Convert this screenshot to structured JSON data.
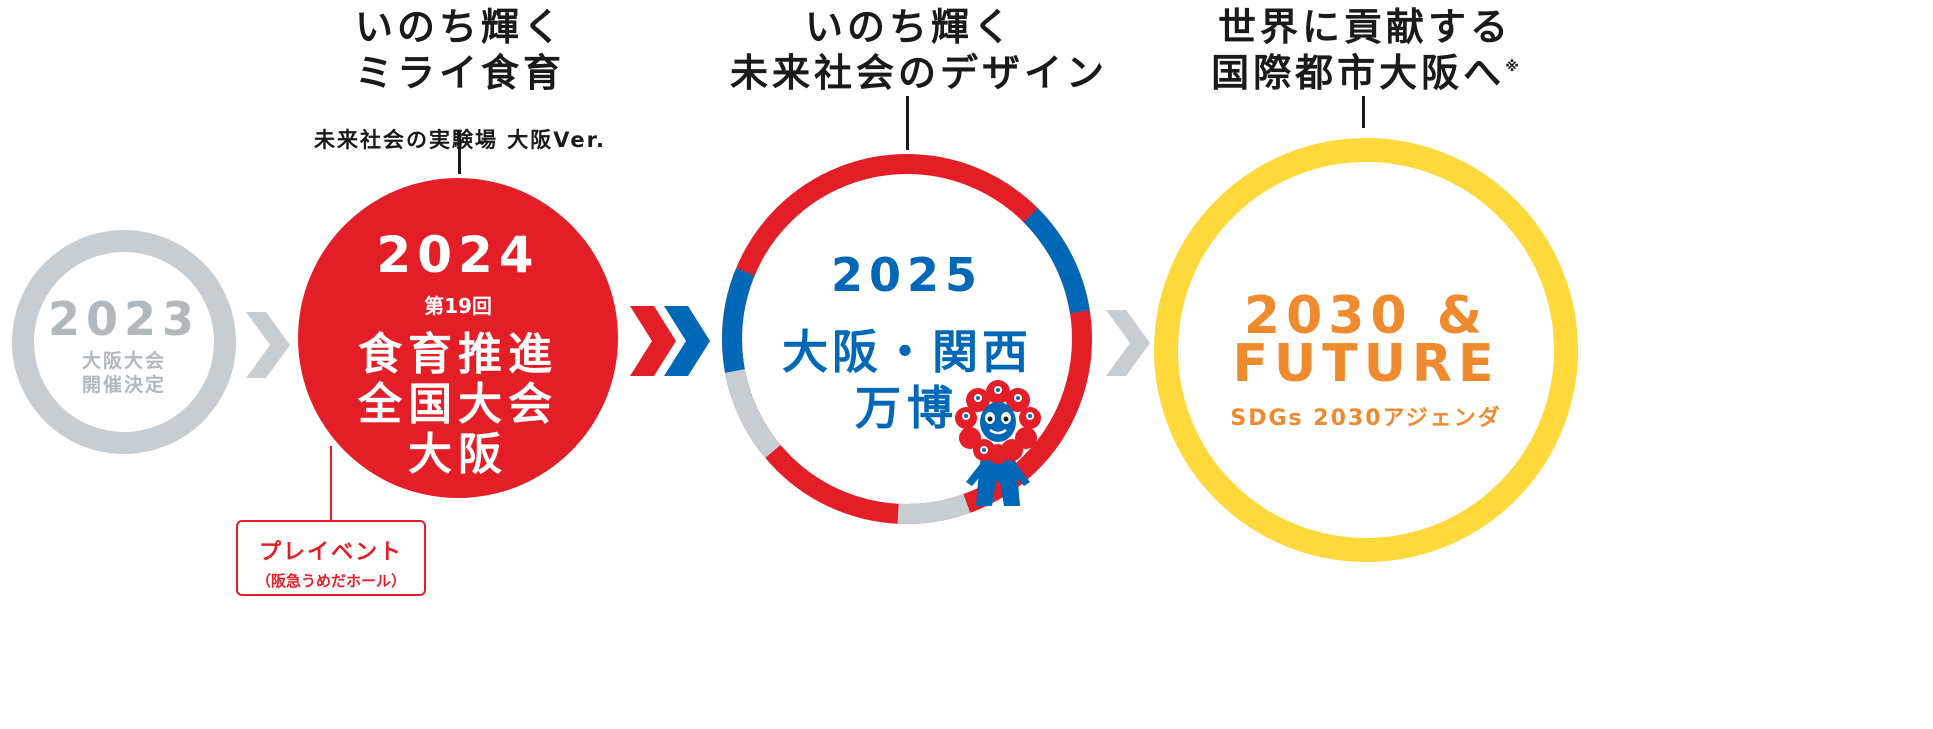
{
  "stage_2023": {
    "year": "2023",
    "caption_line1": "大阪大会",
    "caption_line2": "開催決定"
  },
  "stage_2024": {
    "heading_line1": "いのち輝く",
    "heading_line2": "ミライ食育",
    "subheading": "未来社会の実験場 大阪Ver.",
    "year": "2024",
    "edition": "第19回",
    "title_line1": "食育推進",
    "title_line2": "全国大会",
    "title_line3": "大阪",
    "pre_event_label": "プレイベント",
    "pre_event_venue": "（阪急うめだホール）"
  },
  "stage_2025": {
    "heading_line1": "いのち輝く",
    "heading_line2": "未来社会のデザイン",
    "year": "2025",
    "title_line1": "大阪・関西",
    "title_line2": "万博"
  },
  "stage_2030": {
    "heading_line1": "世界に貢献する",
    "heading_line2": "国際都市大阪へ",
    "heading_note": "※",
    "year_line1": "2030 &",
    "year_line2": "FUTURE",
    "subtitle": "SDGs 2030アジェンダ"
  },
  "colors": {
    "gray": "#c8cdd2",
    "red": "#e41e27",
    "blue": "#0068b7",
    "yellow": "#ffd93b",
    "orange": "#ef8a2e",
    "dark": "#1a1a1a"
  },
  "icons": {
    "arrow_single": "chevron-right-icon",
    "arrow_double": "double-chevron-right-icon",
    "mascot": "expo-mascot-icon"
  }
}
